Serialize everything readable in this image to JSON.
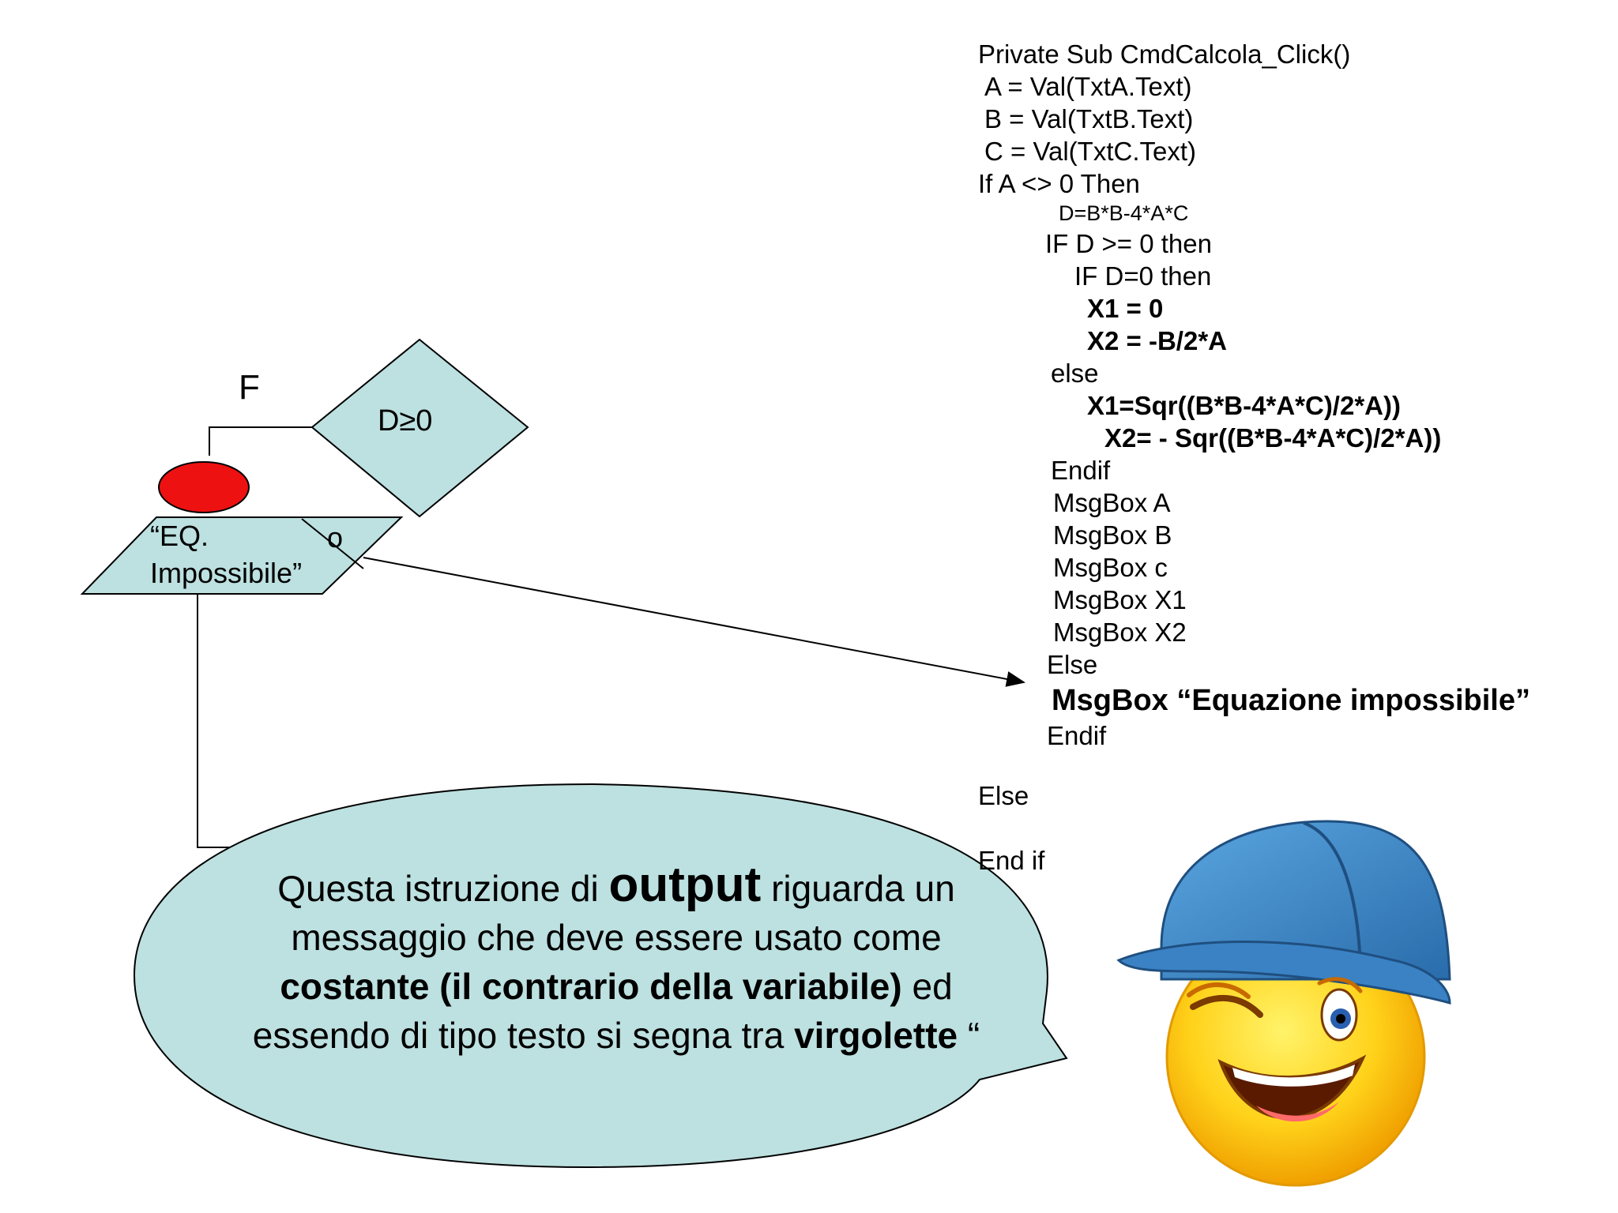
{
  "flowchart": {
    "false_label": "F",
    "decision_label": "D≥0",
    "output_label_line1": "“EQ.",
    "output_label_line2": "Impossibile”",
    "output_suffix": "o",
    "colors": {
      "shape_fill": "#bde0e0",
      "terminator_fill": "#ee1111"
    }
  },
  "code": {
    "sub_header": "Private Sub CmdCalcola_Click()",
    "line_a": "A = Val(TxtA.Text)",
    "line_b": "B = Val(TxtB.Text)",
    "line_c": "C = Val(TxtC.Text)",
    "if_a": "If A <> 0 Then",
    "d_calc": "D=B*B-4*A*C",
    "if_d_ge": "IF D >= 0 then",
    "if_d_eq": "IF D=0 then",
    "x1_zero": "X1 = 0",
    "x2_calc": "X2 = -B/2*A",
    "else_inner": "else",
    "x1_sqr": "X1=Sqr((B*B-4*A*C)/2*A))",
    "x2_sqr": "X2= - Sqr((B*B-4*A*C)/2*A))",
    "endif_inner": "Endif",
    "msgbox_a": "MsgBox A",
    "msgbox_b": "MsgBox B",
    "msgbox_c": "MsgBox c",
    "msgbox_x1": "MsgBox X1",
    "msgbox_x2": "MsgBox X2",
    "else_mid": "Else",
    "msgbox_impossible": "MsgBox “Equazione impossibile”",
    "endif_mid": "Endif",
    "else_outer": "Else",
    "end_if": "End if"
  },
  "callout": {
    "p1": "Questa istruzione di ",
    "p1_bold": "output",
    "p2": "riguarda un messaggio che deve essere usato come ",
    "p2_bold": "costante (il contrario della variabile)",
    "p3": " ed essendo di tipo testo si segna tra ",
    "p3_bold": "virgolette",
    "p4": " “",
    "colors": {
      "bubble_fill": "#bde0e0"
    }
  },
  "mascot": {
    "icon": "winking-smiley-hardhat-icon",
    "colors": {
      "helmet": "#3a82c4",
      "face": "#ffcc00"
    }
  }
}
